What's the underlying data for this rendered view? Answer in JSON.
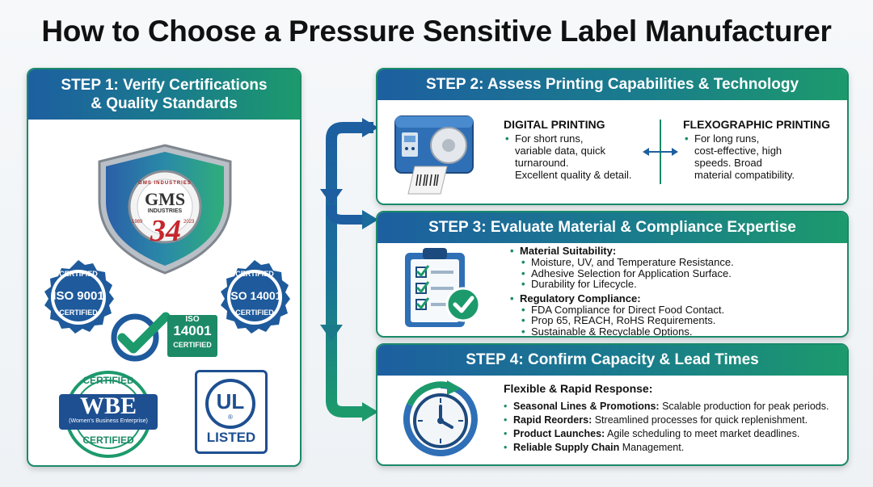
{
  "title": "How to Choose a Pressure Sensitive Label Manufacturer",
  "colors": {
    "blue": "#1d5fa0",
    "green": "#1c9a6c",
    "teal": "#1a7c8c"
  },
  "step1": {
    "heading_line1": "STEP 1: Verify Certifications",
    "heading_line2": "& Quality Standards",
    "shield": {
      "company": "GMS",
      "sub": "INDUSTRIES",
      "arc": "GMS INDUSTRIES",
      "years": "34",
      "year_left": "1989",
      "year_right": "2023",
      "icon": "shield-icon"
    },
    "badges": {
      "iso9001": {
        "top": "CERTIFIED",
        "main": "ISO 9001",
        "bottom": "CERTIFIED"
      },
      "iso14001": {
        "top": "CERTIFIED",
        "main": "ISO 14001",
        "bottom": "CERTIFIED"
      },
      "iso14001_check": {
        "line1": "ISO",
        "line2": "14001",
        "line3": "CERTIFIED"
      },
      "wbe": {
        "top": "CERTIFIED",
        "main": "WBE",
        "sub": "(Women's Business Enterprise)",
        "bottom": "CERTIFIED"
      },
      "ul": {
        "main": "UL",
        "reg": "®",
        "bottom": "LISTED"
      }
    }
  },
  "step2": {
    "heading": "STEP 2: Assess Printing Capabilities & Technology",
    "digital": {
      "title": "DIGITAL PRINTING",
      "lines": [
        "For short runs,",
        "variable data, quick",
        "turnaround.",
        "Excellent quality & detail."
      ]
    },
    "flexo": {
      "title": "FLEXOGRAPHIC PRINTING",
      "lines": [
        "For long runs,",
        "cost-effective, high",
        "speeds. Broad",
        "material compatibility."
      ]
    },
    "icon": "label-printer-icon"
  },
  "step3": {
    "heading": "STEP 3: Evaluate Material & Compliance Expertise",
    "groups": [
      {
        "label": "Material Suitability:",
        "items": [
          "Moisture, UV, and Temperature Resistance.",
          "Adhesive Selection for Application Surface.",
          "Durability for Lifecycle."
        ]
      },
      {
        "label": "Regulatory Compliance:",
        "items": [
          "FDA Compliance for Direct Food Contact.",
          "Prop 65, REACH, RoHS Requirements.",
          "Sustainable & Recyclable Options."
        ]
      }
    ],
    "icon": "clipboard-checklist-icon"
  },
  "step4": {
    "heading": "STEP 4: Confirm Capacity & Lead Times",
    "subtitle": "Flexible & Rapid Response:",
    "items": [
      {
        "bold": "Seasonal Lines & Promotions:",
        "rest": " Scalable production for peak periods."
      },
      {
        "bold": "Rapid Reorders:",
        "rest": " Streamlined processes for quick replenishment."
      },
      {
        "bold": "Product Launches:",
        "rest": " Agile scheduling to meet market deadlines."
      },
      {
        "bold": "Reliable Supply Chain",
        "rest": " Management."
      }
    ],
    "icon": "clock-icon"
  }
}
